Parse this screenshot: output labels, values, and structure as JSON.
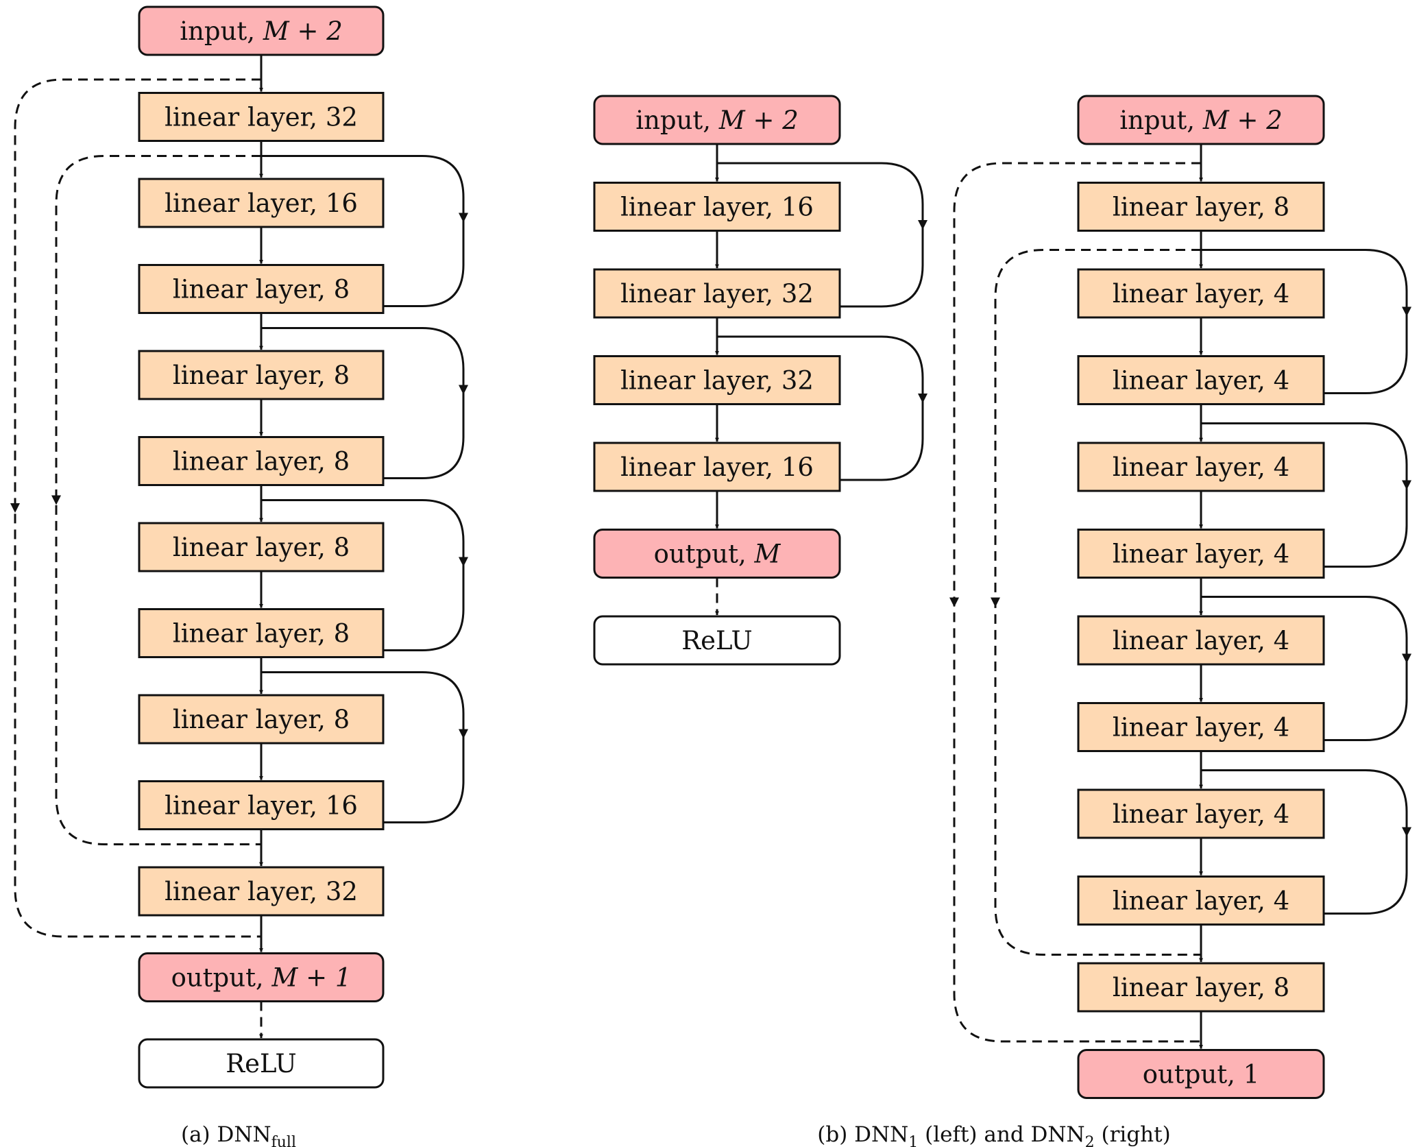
{
  "colors": {
    "io_fill": "#fdb3b5",
    "layer_fill": "#fed9b3",
    "activation_fill": "#ffffff",
    "stroke": "#111111"
  },
  "panel_a": {
    "nodes": [
      {
        "kind": "io",
        "text": "input, ",
        "math": "M + 2"
      },
      {
        "kind": "layer",
        "text": "linear layer, 32"
      },
      {
        "kind": "layer",
        "text": "linear layer, 16"
      },
      {
        "kind": "layer",
        "text": "linear layer, 8"
      },
      {
        "kind": "layer",
        "text": "linear layer, 8"
      },
      {
        "kind": "layer",
        "text": "linear layer, 8"
      },
      {
        "kind": "layer",
        "text": "linear layer, 8"
      },
      {
        "kind": "layer",
        "text": "linear layer, 8"
      },
      {
        "kind": "layer",
        "text": "linear layer, 8"
      },
      {
        "kind": "layer",
        "text": "linear layer, 16"
      },
      {
        "kind": "layer",
        "text": "linear layer, 32"
      },
      {
        "kind": "io",
        "text": "output, ",
        "math": "M + 1"
      },
      {
        "kind": "act",
        "text": "ReLU"
      }
    ],
    "residual_pairs": 4,
    "caption": {
      "prefix": "(a) DNN",
      "sub": "full",
      "suffix": ""
    }
  },
  "panel_b_left": {
    "nodes": [
      {
        "kind": "io",
        "text": "input, ",
        "math": "M + 2"
      },
      {
        "kind": "layer",
        "text": "linear layer, 16"
      },
      {
        "kind": "layer",
        "text": "linear layer, 32"
      },
      {
        "kind": "layer",
        "text": "linear layer, 32"
      },
      {
        "kind": "layer",
        "text": "linear layer, 16"
      },
      {
        "kind": "io",
        "text": "output, ",
        "math": "M"
      },
      {
        "kind": "act",
        "text": "ReLU"
      }
    ],
    "residual_pairs": 2
  },
  "panel_b_right": {
    "nodes": [
      {
        "kind": "io",
        "text": "input, ",
        "math": "M + 2"
      },
      {
        "kind": "layer",
        "text": "linear layer, 8"
      },
      {
        "kind": "layer",
        "text": "linear layer, 4"
      },
      {
        "kind": "layer",
        "text": "linear layer, 4"
      },
      {
        "kind": "layer",
        "text": "linear layer, 4"
      },
      {
        "kind": "layer",
        "text": "linear layer, 4"
      },
      {
        "kind": "layer",
        "text": "linear layer, 4"
      },
      {
        "kind": "layer",
        "text": "linear layer, 4"
      },
      {
        "kind": "layer",
        "text": "linear layer, 4"
      },
      {
        "kind": "layer",
        "text": "linear layer, 4"
      },
      {
        "kind": "layer",
        "text": "linear layer, 8"
      },
      {
        "kind": "io",
        "text": "output, 1"
      }
    ],
    "residual_pairs": 4
  },
  "caption_b": {
    "part1": "(b) DNN",
    "sub1": "1",
    "part2": " (left) and DNN",
    "sub2": "2",
    "part3": " (right)"
  }
}
